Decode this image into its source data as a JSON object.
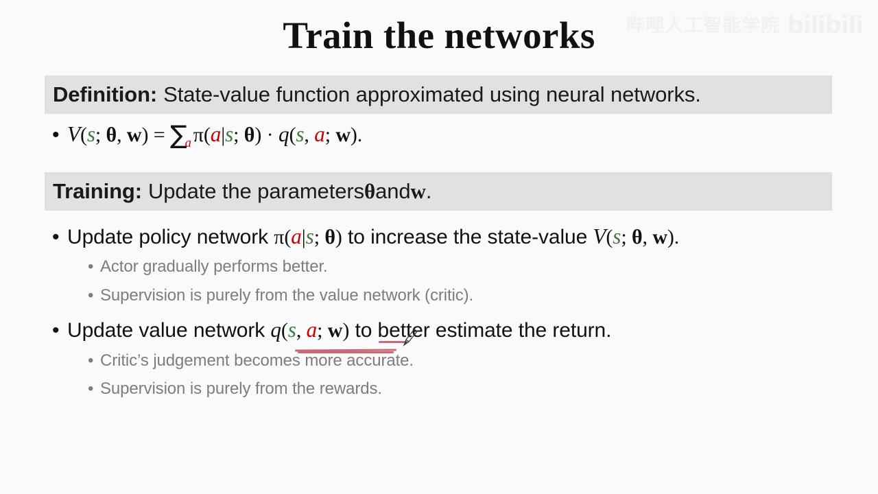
{
  "slide": {
    "title": "Train the networks",
    "background_color": "#fafafa",
    "banner_color": "#e2e1e2"
  },
  "watermark": {
    "cn_text": "哔哩人工智能学院",
    "logo_text": "bilibili",
    "color": "#f1f1f1"
  },
  "definition": {
    "label": "Definition:",
    "text": "State-value function approximated using neural networks.",
    "formula": {
      "bullet": "•",
      "lhs_fn": "V",
      "lhs_open": "(",
      "s": "s",
      "semi1": "; ",
      "theta": "θ",
      "comma1": ", ",
      "w": "w",
      "close1": ")",
      "equals": " = ",
      "sigma": "∑",
      "sigma_index": "a",
      "pi": "π",
      "open2": "(",
      "a": "a",
      "bar": "|",
      "s2": "s",
      "semi2": "; ",
      "theta2": "θ",
      "close2": ")",
      "dot": " · ",
      "q": "q",
      "open3": "(",
      "s3": "s",
      "comma2": ", ",
      "a2": "a",
      "semi3": "; ",
      "w2": "w",
      "close3": ").",
      "plain": "V(s; θ, w) = ∑ₐ π(a|s; θ) · q(s, a; w)."
    }
  },
  "training": {
    "label": "Training:",
    "text_before": "Update the parameters ",
    "theta": "θ",
    "text_mid": " and ",
    "w": "w",
    "text_after": ".",
    "plain": "Update the parameters θ and w."
  },
  "bullets": [
    {
      "bullet": "•",
      "text_1": "Update policy network ",
      "math": {
        "pi": "π",
        "open": "(",
        "a": "a",
        "bar": "|",
        "s": "s",
        "semi": "; ",
        "theta": "θ",
        "close": ")"
      },
      "text_2": " to increase the state-value ",
      "math2": {
        "V": "V",
        "open": "(",
        "s": "s",
        "semi": "; ",
        "theta": "θ",
        "comma": ", ",
        "w": "w",
        "close": ")."
      },
      "plain": "Update policy network π(a|s; θ) to increase the state-value V(s; θ, w).",
      "subs": [
        {
          "bullet": "•",
          "text": "Actor gradually performs better."
        },
        {
          "bullet": "•",
          "text": "Supervision is purely from the value network (critic)."
        }
      ]
    },
    {
      "bullet": "•",
      "text_1": "Update value network ",
      "math": {
        "q": "q",
        "open": "(",
        "s": "s",
        "comma": ", ",
        "a": "a",
        "semi": "; ",
        "w": "w",
        "close": ")"
      },
      "text_2": " to better estimate the return.",
      "plain": "Update value network q(s, a; w) to better estimate the return.",
      "subs": [
        {
          "bullet": "•",
          "text": "Critic’s judgement becomes more accurate."
        },
        {
          "bullet": "•",
          "text": "Supervision is purely from the rewards."
        }
      ]
    }
  ],
  "annotations": {
    "ink_color": "#c9697a",
    "marks": [
      {
        "name": "underline-under-w",
        "kind": "underline"
      },
      {
        "name": "underline-long",
        "kind": "underline"
      },
      {
        "name": "underline-more",
        "kind": "underline"
      }
    ],
    "cursor": "pen-cursor"
  },
  "colors": {
    "state_var": "#3d7a3d",
    "action_var": "#cc0000",
    "sub_bullet_text": "#7d7d7d",
    "body_text": "#111111"
  }
}
